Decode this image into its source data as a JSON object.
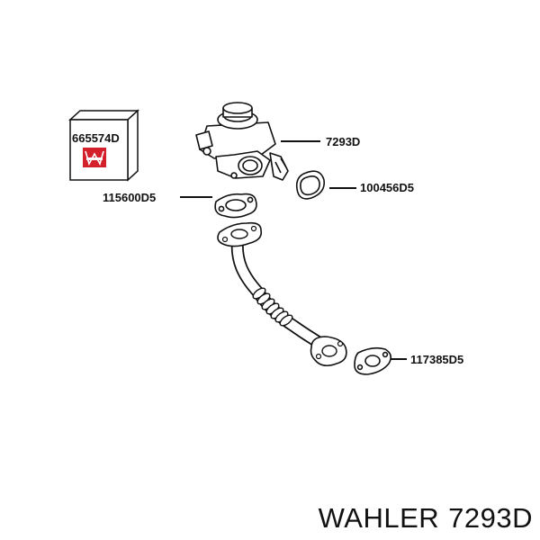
{
  "parts": {
    "kit": "665574D",
    "egr_valve": "7293D",
    "gasket_valve": "100456D5",
    "gasket_pipe_top": "115600D5",
    "gasket_pipe_bottom": "117385D5"
  },
  "footer": {
    "brand": "WAHLER",
    "part_number": "7293D"
  },
  "colors": {
    "ink": "#111111",
    "brand_red": "#d4202a"
  },
  "icons": {
    "kit_box": "box-icon",
    "brand_logo": "wahler-logo-icon"
  }
}
